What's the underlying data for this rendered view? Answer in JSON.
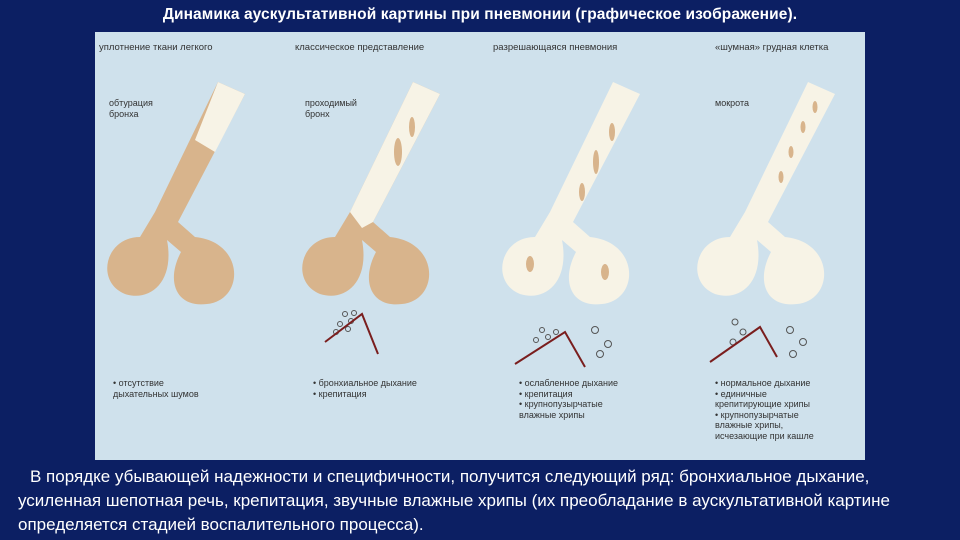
{
  "title": "Динамика аускультативной картины при пневмонии (графическое изображение).",
  "colors": {
    "background": "#0c1f63",
    "panel": "#cfe1ec",
    "tissue": "#d8b48c",
    "air": "#f7f3e6",
    "wave": "#7a1e1e"
  },
  "panels": [
    {
      "heading": "уплотнение ткани легкого",
      "label": [
        "обтурация",
        "бронха"
      ],
      "signs": [
        "• отсутствие",
        "дыхательных шумов"
      ]
    },
    {
      "heading": "классическое представление",
      "label": [
        "проходимый",
        "бронх"
      ],
      "signs": [
        "• бронхиальное дыхание",
        "• крепитация"
      ]
    },
    {
      "heading": "разрешающаяся пневмония",
      "label": [],
      "signs": [
        "• ослабленное дыхание",
        "• крепитация",
        "• крупнопузырчатые",
        "влажные хрипы"
      ]
    },
    {
      "heading": "«шумная» грудная клетка",
      "label": [
        "мокрота"
      ],
      "signs": [
        "• нормальное дыхание",
        "• единичные",
        "крепитирующие хрипы",
        "• крупнопузырчатые",
        "влажные хрипы,",
        "исчезающие при кашле"
      ]
    }
  ],
  "footer": "В порядке убывающей надежности и специфичности, получится следующий ряд: бронхиальное дыхание, усиленная шепотная речь, крепитация, звучные влажные хрипы (их преобладание в аускультативной картине определяется стадией воспалительного процесса)."
}
